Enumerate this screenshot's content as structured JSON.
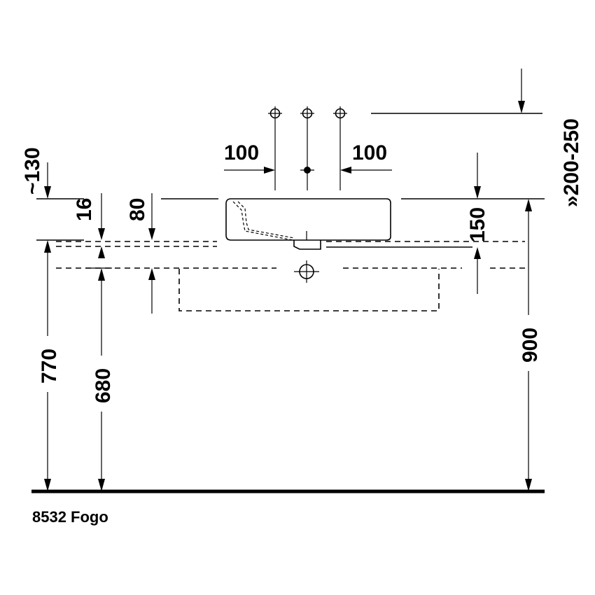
{
  "drawing": {
    "label_130": "~130",
    "label_16": "16",
    "label_80": "80",
    "label_100_left": "100",
    "label_100_right": "100",
    "label_150": "150",
    "label_200_250": "»200-250",
    "label_770": "770",
    "label_680": "680",
    "label_900": "900",
    "caption": "8532 Fogo"
  }
}
